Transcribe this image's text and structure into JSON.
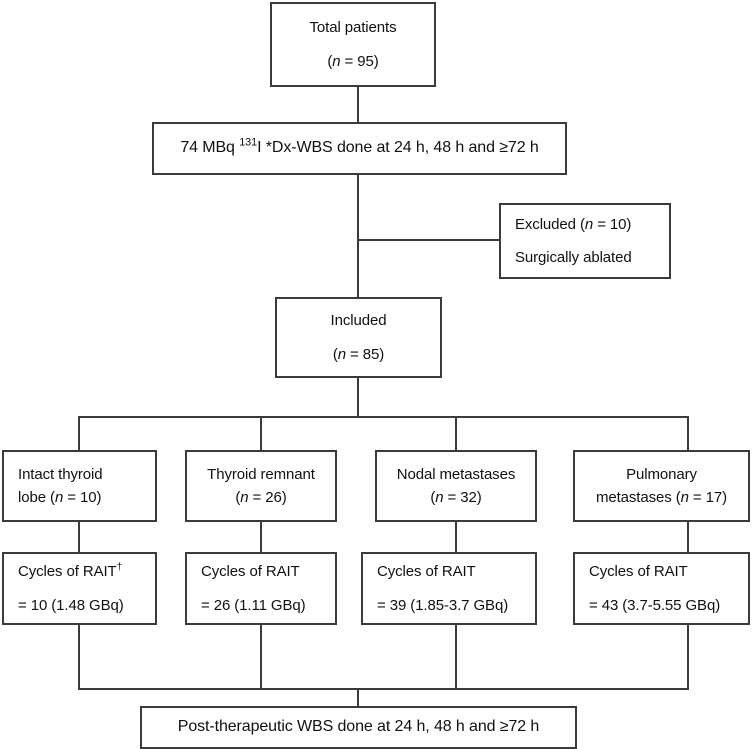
{
  "diagram": {
    "title": "Patient flow diagram for radioiodine therapy study",
    "line_color": "#3b3b3b",
    "box_border_color": "#3b3b3b",
    "background": "#ffffff"
  },
  "nodes": {
    "total_patients": {
      "line1": "Total patients",
      "line2_prefix": "(",
      "line2_italic": "n",
      "line2_suffix": " = 95)"
    },
    "dx_wbs": {
      "prefix": "74 MBq ",
      "superscript": "131",
      "suffix": "I *Dx-WBS done at 24 h, 48 h and ≥72 h"
    },
    "excluded": {
      "line1_prefix": "Excluded (",
      "line1_italic": "n",
      "line1_suffix": " = 10)",
      "line2": "Surgically ablated"
    },
    "included": {
      "line1": "Included",
      "line2_prefix": "(",
      "line2_italic": "n",
      "line2_suffix": " = 85)"
    },
    "group1": {
      "line1": "Intact thyroid",
      "line2_prefix": "lobe (",
      "line2_italic": "n",
      "line2_suffix": " = 10)"
    },
    "group2": {
      "line1": "Thyroid remnant",
      "line2_prefix": "(",
      "line2_italic": "n",
      "line2_suffix": " = 26)"
    },
    "group3": {
      "line1": "Nodal metastases",
      "line2_prefix": "(",
      "line2_italic": "n",
      "line2_suffix": " = 32)"
    },
    "group4": {
      "line1": "Pulmonary",
      "line2_prefix": "metastases (",
      "line2_italic": "n",
      "line2_suffix": " = 17)"
    },
    "rait1": {
      "line1": "Cycles of RAIT",
      "line1_marker": "†",
      "line2": "= 10 (1.48 GBq)"
    },
    "rait2": {
      "line1": "Cycles of RAIT",
      "line1_marker": "",
      "line2": "= 26 (1.11 GBq)"
    },
    "rait3": {
      "line1": "Cycles of RAIT",
      "line1_marker": "",
      "line2": "= 39 (1.85-3.7 GBq)"
    },
    "rait4": {
      "line1": "Cycles of RAIT",
      "line1_marker": "",
      "line2": "= 43 (3.7-5.55 GBq)"
    },
    "post_wbs": {
      "text": "Post-therapeutic WBS done at 24 h, 48 h and ≥72 h"
    }
  }
}
